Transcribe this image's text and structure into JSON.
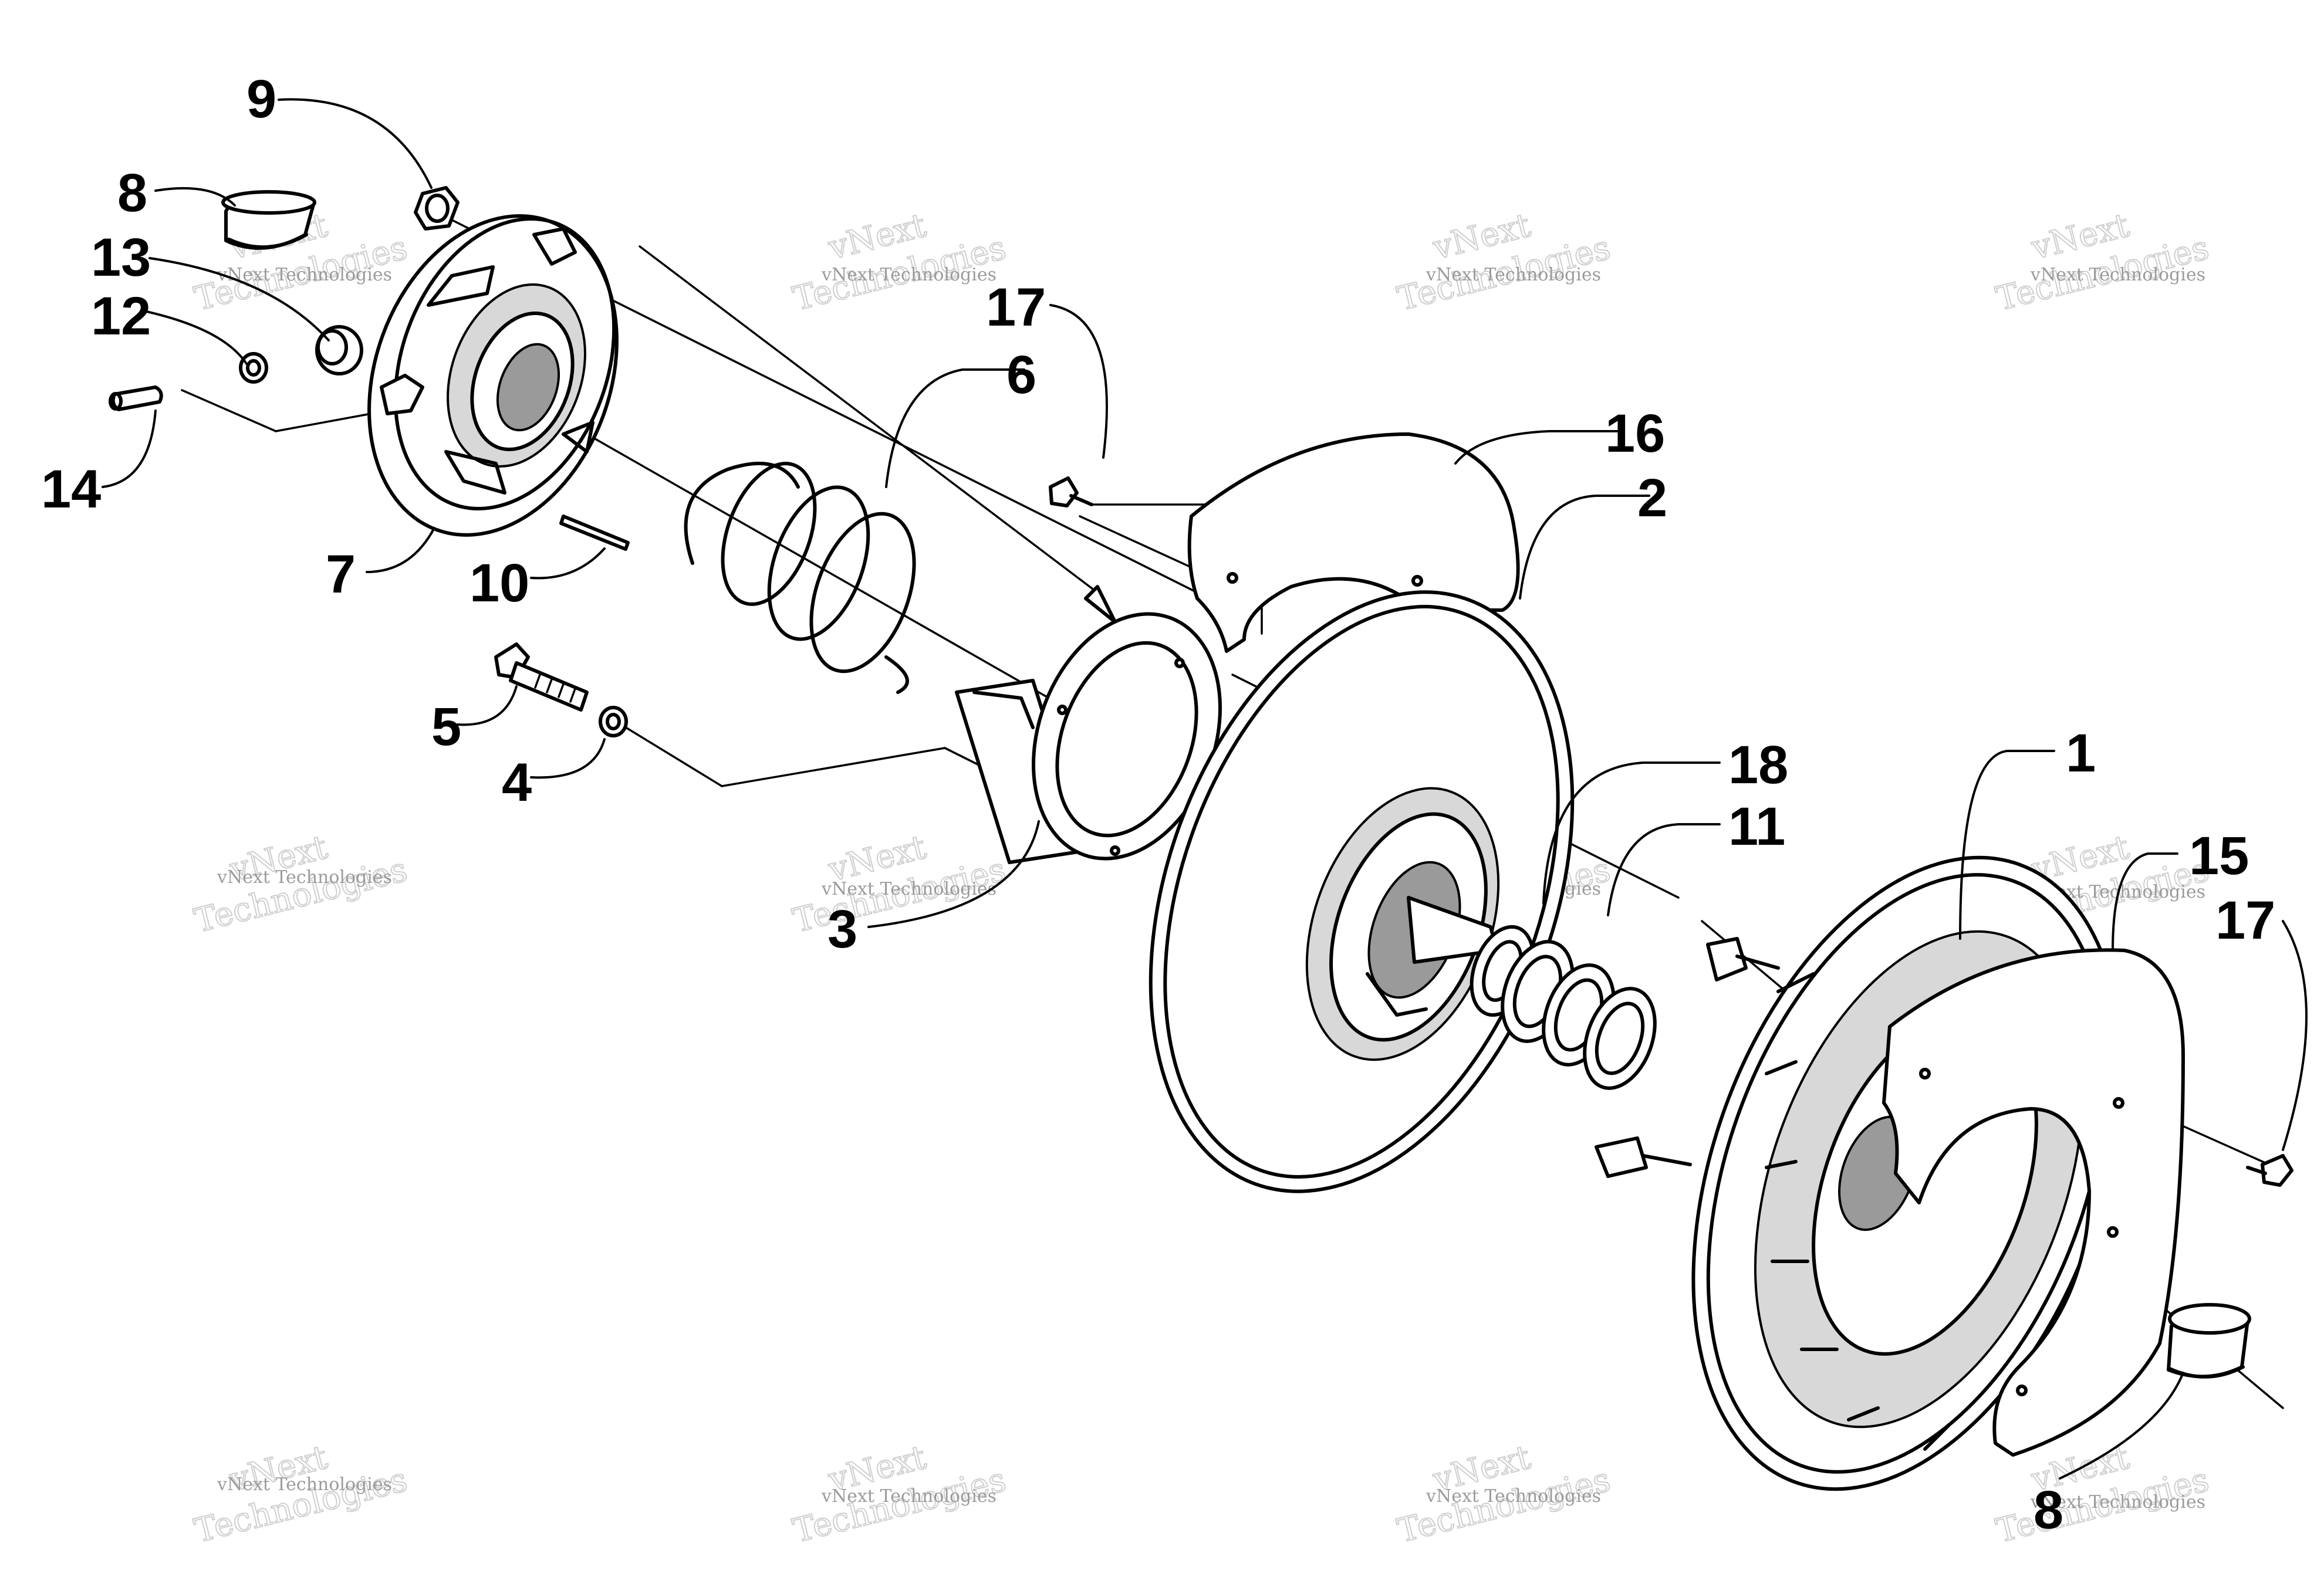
{
  "callouts": {
    "c1": "1",
    "c2": "2",
    "c3": "3",
    "c4": "4",
    "c5": "5",
    "c6": "6",
    "c7": "7",
    "c8a": "8",
    "c8b": "8",
    "c9": "9",
    "c10": "10",
    "c11": "11",
    "c12": "12",
    "c13": "13",
    "c14": "14",
    "c15": "15",
    "c16": "16",
    "c17a": "17",
    "c17b": "17",
    "c18": "18"
  },
  "watermark": {
    "line_small": "vNext Technologies",
    "line_large_1": "vNext",
    "line_large_2": "Technologies"
  }
}
